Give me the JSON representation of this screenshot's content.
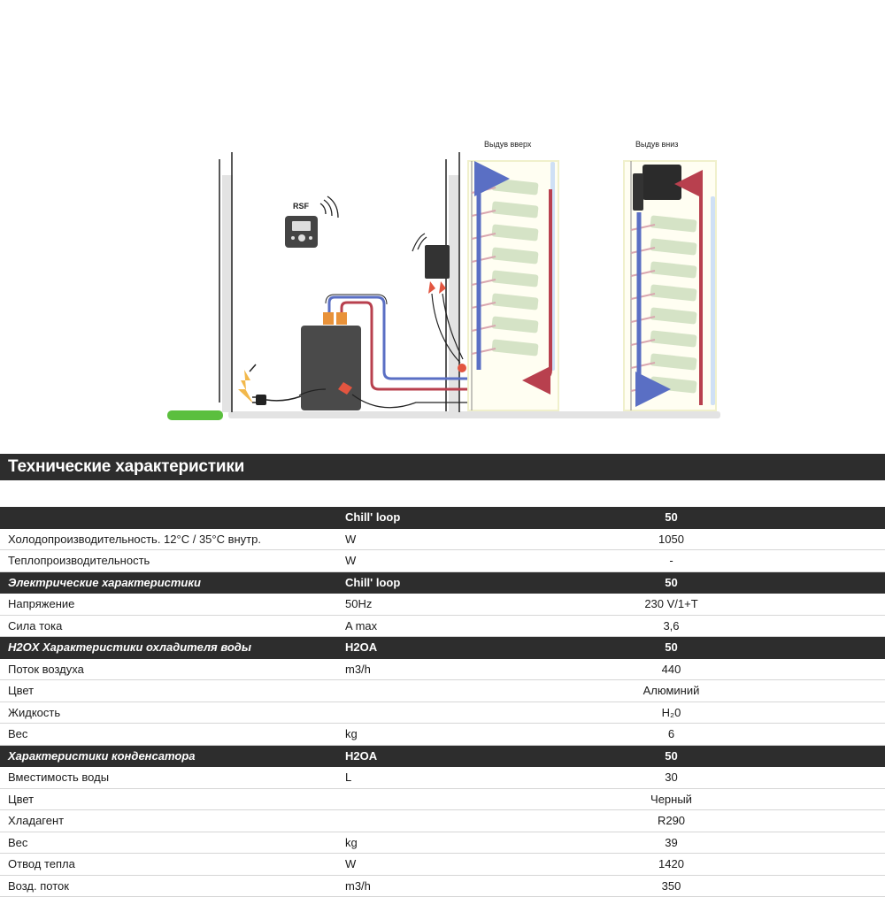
{
  "diagram": {
    "label_up": "Выдув вверх",
    "label_down": "Выдув вниз",
    "thermostat_label": "RSF"
  },
  "section_title": "Технические характеристики",
  "rows": [
    {
      "type": "header",
      "label": "",
      "unit": "Chill' loop",
      "value": "50"
    },
    {
      "type": "data",
      "label": "Холодопроизводительность. 12°C / 35°C внутр.",
      "unit": "W",
      "value": "1050"
    },
    {
      "type": "data",
      "label": "Теплопроизводительность",
      "unit": "W",
      "value": "-"
    },
    {
      "type": "header",
      "label": "Электрические характеристики",
      "unit": "Chill' loop",
      "value": "50"
    },
    {
      "type": "data",
      "label": "Напряжение",
      "unit": "50Hz",
      "value": "230 V/1+T"
    },
    {
      "type": "data",
      "label": "Сила тока",
      "unit": "A max",
      "value": "3,6"
    },
    {
      "type": "header",
      "label": "H2OX Характеристики охладителя воды",
      "unit": "H2OA",
      "value": "50"
    },
    {
      "type": "data",
      "label": "Поток воздуха",
      "unit": "m3/h",
      "value": "440"
    },
    {
      "type": "data",
      "label": "Цвет",
      "unit": "",
      "value": "Алюминий"
    },
    {
      "type": "data",
      "label": "Жидкость",
      "unit": "",
      "value": "H₂0"
    },
    {
      "type": "data",
      "label": "Вес",
      "unit": "kg",
      "value": "6"
    },
    {
      "type": "header",
      "label": "Характеристики конденсатора",
      "unit": "H2OA",
      "value": "50"
    },
    {
      "type": "data",
      "label": "Вместимость воды",
      "unit": "L",
      "value": "30"
    },
    {
      "type": "data",
      "label": "Цвет",
      "unit": "",
      "value": "Черный"
    },
    {
      "type": "data",
      "label": "Хладагент",
      "unit": "",
      "value": "R290"
    },
    {
      "type": "data",
      "label": "Вес",
      "unit": "kg",
      "value": "39"
    },
    {
      "type": "data",
      "label": "Отвод тепла",
      "unit": "W",
      "value": "1420"
    },
    {
      "type": "data",
      "label": "Возд. поток",
      "unit": "m3/h",
      "value": "350"
    }
  ],
  "colors": {
    "header_bg": "#2d2d2d",
    "cold_flow": "#5a6fc4",
    "hot_flow": "#b8404e",
    "unit_body": "#4a4a4a",
    "ground_green": "#5bbf3e",
    "shelf": "#d5e3c6"
  }
}
